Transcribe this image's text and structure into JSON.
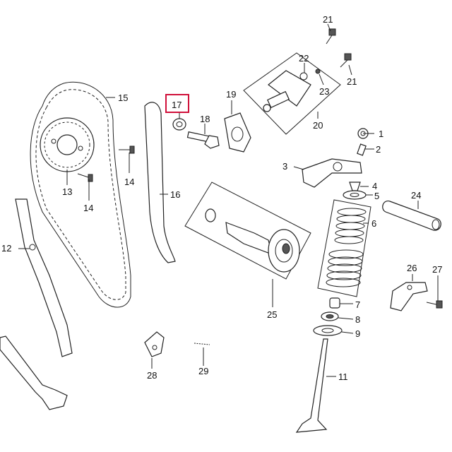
{
  "diagram": {
    "highlighted_label": "17",
    "highlight_color": "#d0103a",
    "labels": {
      "l1": "1",
      "l2": "2",
      "l3": "3",
      "l4": "4",
      "l5": "5",
      "l6": "6",
      "l7": "7",
      "l8": "8",
      "l9": "9",
      "l11": "11",
      "l12": "12",
      "l13": "13",
      "l14a": "14",
      "l14b": "14",
      "l15": "15",
      "l16": "16",
      "l17": "17",
      "l18": "18",
      "l19": "19",
      "l20": "20",
      "l21a": "21",
      "l21b": "21",
      "l22": "22",
      "l23": "23",
      "l24": "24",
      "l25": "25",
      "l26": "26",
      "l27": "27",
      "l28": "28",
      "l29": "29"
    }
  }
}
